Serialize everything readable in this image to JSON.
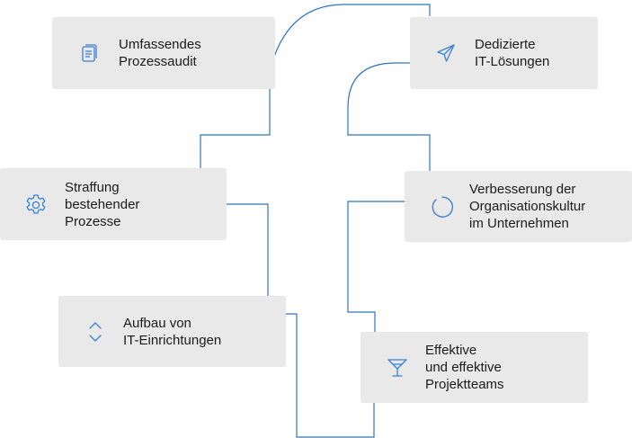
{
  "theme": {
    "card_bg": "#e9e9e9",
    "line_color": "#2f73c4",
    "icon_color": "#3b82d6",
    "text_color": "#1b1b1b"
  },
  "cards": [
    {
      "id": "audit",
      "icon": "document-stack-icon",
      "label": "Umfassendes\nProzessaudit"
    },
    {
      "id": "it-solutions",
      "icon": "paper-plane-icon",
      "label": "Dedizierte\nIT-Lösungen"
    },
    {
      "id": "streamlining",
      "icon": "gear-icon",
      "label": "Straffung\nbestehender\nProzesse"
    },
    {
      "id": "culture",
      "icon": "progress-circle-icon",
      "label": "Verbesserung der\nOrganisationskultur\nim Unternehmen"
    },
    {
      "id": "it-facilities",
      "icon": "chevron-up-down-icon",
      "label": "Aufbau von\nIT-Einrichtungen"
    },
    {
      "id": "teams",
      "icon": "cocktail-glass-icon",
      "label": "Effektive\nund effektive\nProjektteams"
    }
  ]
}
